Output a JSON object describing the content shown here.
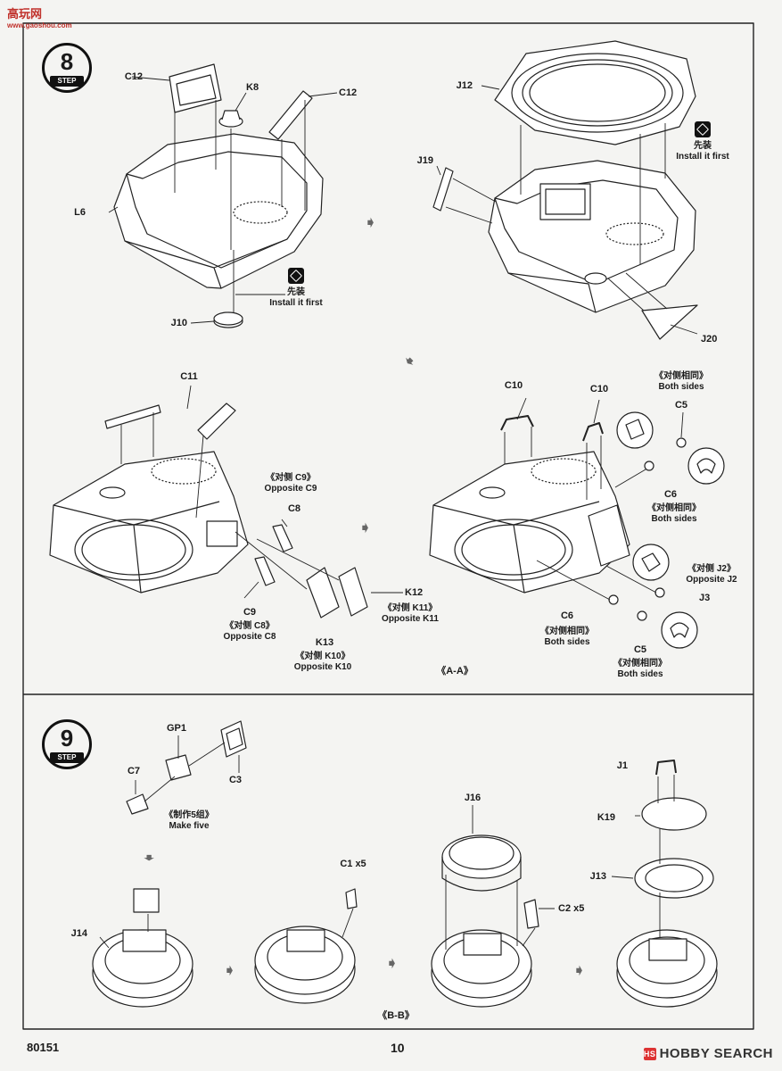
{
  "watermark": {
    "brand": "高玩网",
    "site": "www.gaoshou.com"
  },
  "step_a": {
    "step_number": "8",
    "step_word": "STEP",
    "left_parts": {
      "c12_left": "C12",
      "k8": "K8",
      "c12_right": "C12",
      "l6": "L6",
      "j10": "J10"
    },
    "left_note": {
      "cn": "先装",
      "en": "Install it first"
    },
    "right_parts": {
      "j12": "J12",
      "j19": "J19",
      "j20": "J20"
    },
    "right_note": {
      "cn": "先装",
      "en": "Install it first"
    },
    "mid_parts": {
      "c11": "C11",
      "opp_c9_cn": "《对侧 C9》",
      "opp_c9_en": "Opposite C9",
      "c8": "C8",
      "c9": "C9",
      "opp_c8_cn": "《对侧 C8》",
      "opp_c8_en": "Opposite C8",
      "k13": "K13",
      "opp_k10_cn": "《对侧 K10》",
      "opp_k10_en": "Opposite K10",
      "k12": "K12",
      "opp_k11_cn": "《对侧 K11》",
      "opp_k11_en": "Opposite K11"
    },
    "right_mid_parts": {
      "c10_a": "C10",
      "c10_b": "C10",
      "both_top_cn": "《对侧相同》",
      "both_top_en": "Both sides",
      "c5_top": "C5",
      "c6_top": "C6",
      "both_mid_cn": "《对侧相同》",
      "both_mid_en": "Both sides",
      "opp_j2_cn": "《对侧 J2》",
      "opp_j2_en": "Opposite J2",
      "j3": "J3",
      "c6_bot": "C6",
      "both_bot_cn": "《对侧相同》",
      "both_bot_en": "Both sides",
      "c5_bot": "C5",
      "both_last_cn": "《对侧相同》",
      "both_last_en": "Both sides"
    },
    "section_label": "《A-A》"
  },
  "step_b": {
    "step_number": "9",
    "step_word": "STEP",
    "parts": {
      "gp1": "GP1",
      "c3": "C3",
      "c7": "C7",
      "make_cn": "《制作5组》",
      "make_en": "Make five",
      "j14": "J14",
      "c1": "C1 x5",
      "j16": "J16",
      "c2": "C2 x5",
      "j1": "J1",
      "k19": "K19",
      "j13": "J13"
    },
    "section_label": "《B-B》"
  },
  "footer": {
    "kit_number": "80151",
    "page_number": "10",
    "site": "HOBBY SEARCH",
    "site_tag": "HS"
  }
}
